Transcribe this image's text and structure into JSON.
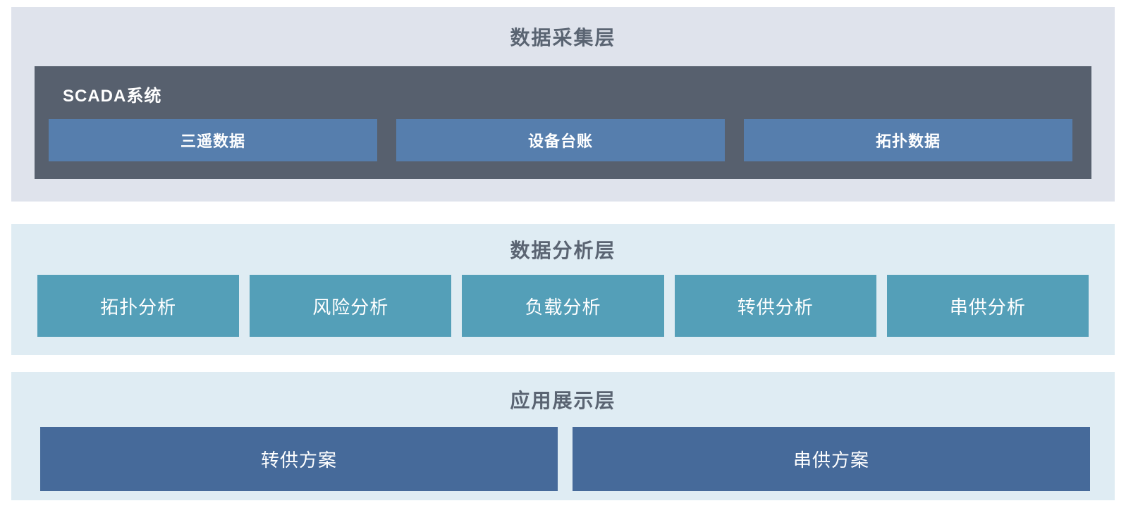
{
  "collection_layer": {
    "title": "数据采集层",
    "scada_group": {
      "label": "SCADA系统",
      "boxes": [
        {
          "label": "三遥数据"
        },
        {
          "label": "设备台账"
        },
        {
          "label": "拓扑数据"
        }
      ]
    }
  },
  "analysis_layer": {
    "title": "数据分析层",
    "boxes": [
      {
        "label": "拓扑分析"
      },
      {
        "label": "风险分析"
      },
      {
        "label": "负载分析"
      },
      {
        "label": "转供分析"
      },
      {
        "label": "串供分析"
      }
    ]
  },
  "application_layer": {
    "title": "应用展示层",
    "boxes": [
      {
        "label": "转供方案"
      },
      {
        "label": "串供方案"
      }
    ]
  },
  "colors": {
    "collection_section_bg": "#dfe3ec",
    "analysis_section_bg": "#dfecf3",
    "application_section_bg": "#dfecf3",
    "scada_group_bg": "#57606e",
    "collection_box_bg": "#567ead",
    "analysis_box_bg": "#549fb8",
    "application_box_bg": "#466a9a",
    "section_title_text": "#5a6472",
    "box_text": "#ffffff",
    "page_bg": "#ffffff"
  }
}
